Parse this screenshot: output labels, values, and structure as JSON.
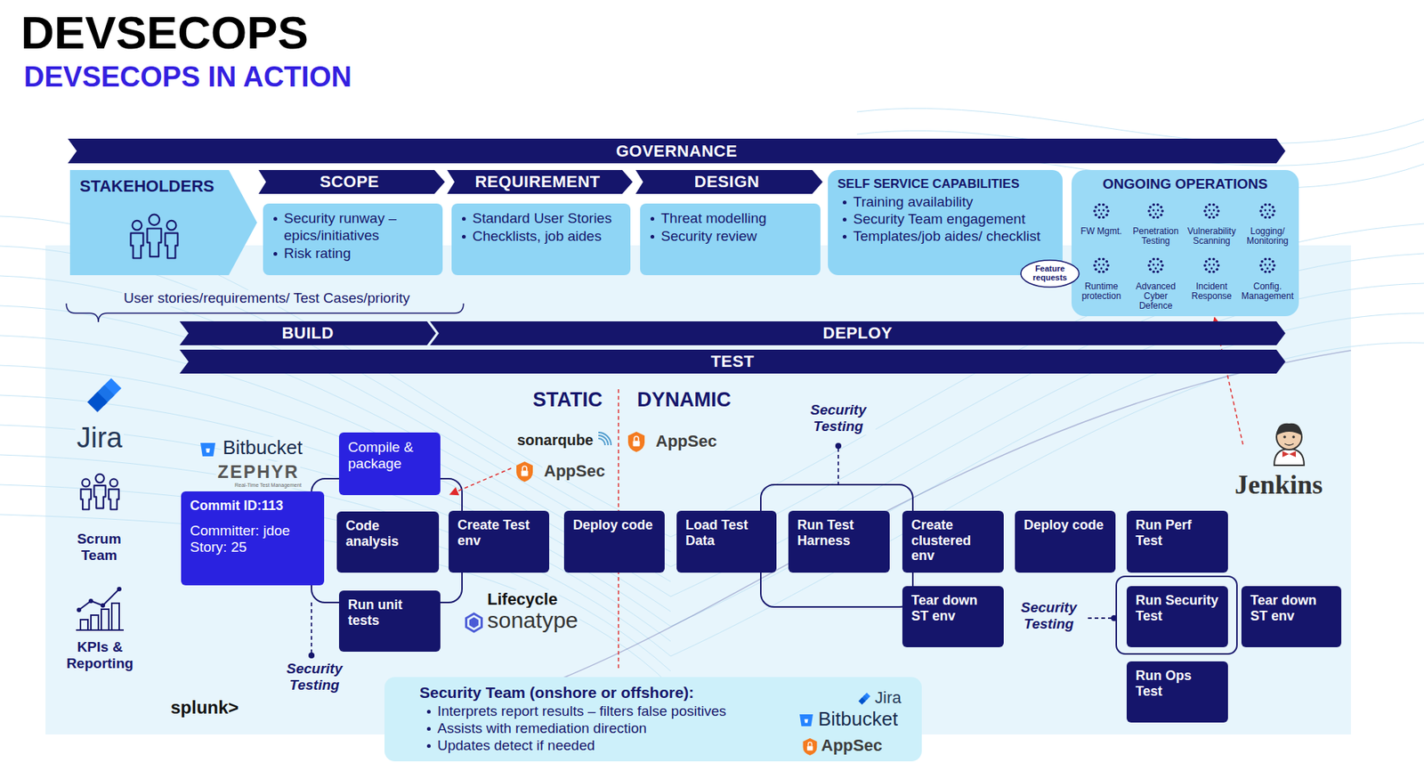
{
  "diagram": {
    "title": "DEVSECOPS",
    "nodes": [
      {
        "text": [
          "GOVERNANCE"
        ]
      },
      {
        "text": [
          "STAKEHOLDERS"
        ]
      },
      {
        "text": [
          "SCOPE",
          "Security runway – epics/initiatives",
          "Risk rating"
        ]
      },
      {
        "text": [
          "REQUIREMENT",
          "Standard User Stories",
          "Checklists, job aides"
        ]
      },
      {
        "text": [
          "DESIGN",
          "Threat modelling",
          "Security review"
        ]
      },
      {
        "text": [
          "SELF SERVICE CAPABILITIES",
          "Training availability",
          "Security Team engagement",
          "Templates/job aides/ checklist"
        ]
      },
      {
        "text": [
          "ONGOING OPERATIONS",
          "FW Mgmt.",
          "Penetration Testing",
          "Vulnerability Scanning",
          "Logging/ Monitoring",
          "Runtime protection",
          "Advanced Cyber Defence",
          "Incident Response",
          "Config. Management"
        ]
      },
      {
        "text": [
          "Feature requests"
        ]
      },
      {
        "text": [
          "BUILD"
        ]
      },
      {
        "text": [
          "DEPLOY"
        ]
      },
      {
        "text": [
          "TEST"
        ]
      },
      {
        "text": [
          "Commit ID:113",
          "Committer: jdoe",
          "Story: 25"
        ]
      },
      {
        "text": [
          "Compile & package"
        ]
      },
      {
        "text": [
          "Code analysis"
        ]
      },
      {
        "text": [
          "Run unit tests"
        ]
      },
      {
        "text": [
          "Create Test env"
        ]
      },
      {
        "text": [
          "Deploy code"
        ]
      },
      {
        "text": [
          "Load Test Data"
        ]
      },
      {
        "text": [
          "Run Test Harness"
        ]
      },
      {
        "text": [
          "Create clustered env"
        ]
      },
      {
        "text": [
          "Tear down ST env"
        ]
      },
      {
        "text": [
          "Deploy code"
        ]
      },
      {
        "text": [
          "Run Perf Test"
        ]
      },
      {
        "text": [
          "Run Security Test"
        ]
      },
      {
        "text": [
          "Tear down ST env"
        ]
      },
      {
        "text": [
          "Run Ops Test"
        ]
      },
      {
        "text": [
          "Security Team (onshore or offshore):",
          "Interprets report results – filters false positives",
          "Assists with remediation direction",
          "Updates detect if needed",
          "Jira",
          "Bitbucket",
          "AppSec"
        ]
      }
    ],
    "labels": [
      "DEVSECOPS IN ACTION",
      "User stories/requirements/ Test Cases/priority",
      "Jira",
      "Scrum Team",
      "KPIs & Reporting",
      "Bitbucket",
      "ZEPHYR",
      "Real-Time Test Management",
      "STATIC",
      "DYNAMIC",
      "sonarqube",
      "AppSec",
      "AppSec",
      "Security Testing",
      "Jenkins",
      "Lifecycle",
      "sonatype",
      "Security Testing",
      "Security Testing",
      "splunk>"
    ]
  }
}
